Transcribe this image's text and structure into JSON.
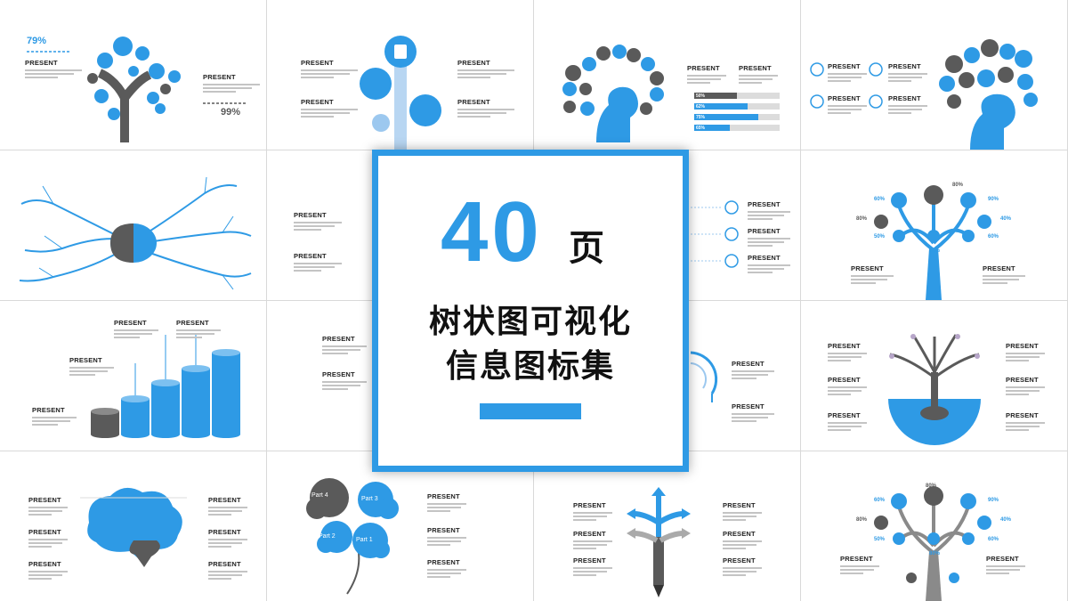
{
  "hero": {
    "number": "40",
    "unit": "页",
    "title_line1": "树状图可视化",
    "title_line2": "信息图标集"
  },
  "slide_text": {
    "present": "PRESENT",
    "part1": "Part 1",
    "part2": "Part 2",
    "part3": "Part 3",
    "part4": "Part 4",
    "p79": "79%",
    "p99": "99%",
    "p80": "80%",
    "p90": "90%",
    "p40": "40%",
    "p60": "60%",
    "p50": "50%",
    "p62": "62%",
    "p75": "75%",
    "p65": "65%"
  },
  "colors": {
    "accent": "#2e9ae5",
    "dark": "#5a5a5a",
    "light_blue": "#9cc8ef"
  }
}
